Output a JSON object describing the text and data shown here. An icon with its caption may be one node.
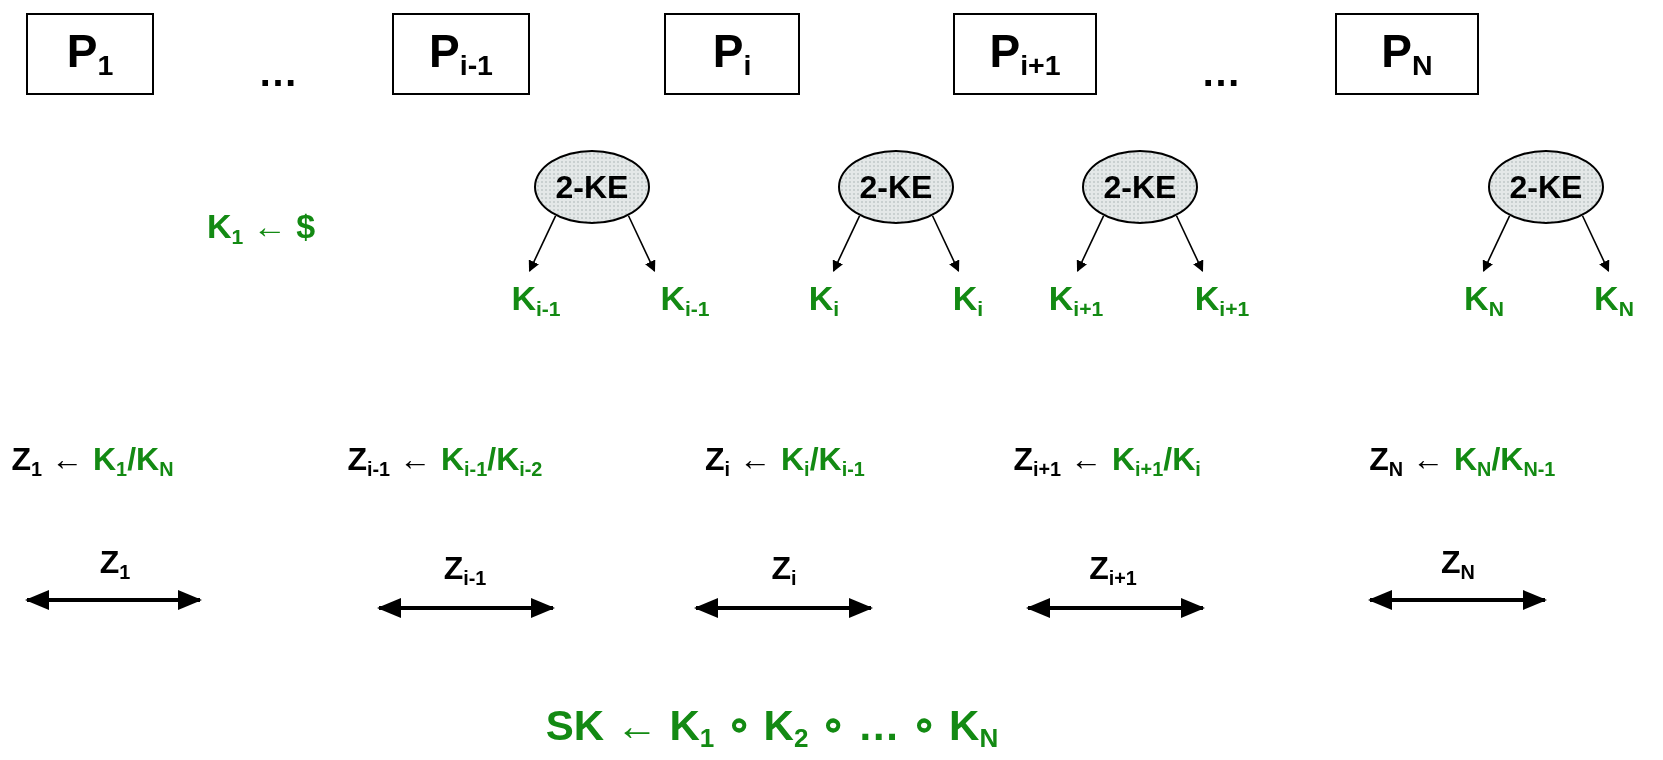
{
  "diagram": {
    "nodes": [
      {
        "text": [
          "P$_{1}$"
        ]
      },
      {
        "text": [
          "P$_{i-1}$"
        ]
      },
      {
        "text": [
          "P$_{i}$"
        ]
      },
      {
        "text": [
          "P$_{i+1}$"
        ]
      },
      {
        "text": [
          "P$_{N}$"
        ]
      },
      {
        "text": [
          "2-KE"
        ]
      },
      {
        "text": [
          "2-KE"
        ]
      },
      {
        "text": [
          "2-KE"
        ]
      },
      {
        "text": [
          "2-KE"
        ]
      },
      {
        "text": [
          "K$_{i-1}$"
        ]
      },
      {
        "text": [
          "K$_{i-1}$"
        ]
      },
      {
        "text": [
          "K$_{i}$"
        ]
      },
      {
        "text": [
          "K$_{i}$"
        ]
      },
      {
        "text": [
          "K$_{i+1}$"
        ]
      },
      {
        "text": [
          "K$_{i+1}$"
        ]
      },
      {
        "text": [
          "K$_{N}$"
        ]
      },
      {
        "text": [
          "K$_{N}$"
        ]
      }
    ],
    "edges": [
      {
        "from": 5,
        "to": 9,
        "arrow": "to"
      },
      {
        "from": 5,
        "to": 10,
        "arrow": "to"
      },
      {
        "from": 6,
        "to": 11,
        "arrow": "to"
      },
      {
        "from": 6,
        "to": 12,
        "arrow": "to"
      },
      {
        "from": 7,
        "to": 13,
        "arrow": "to"
      },
      {
        "from": 7,
        "to": 14,
        "arrow": "to"
      },
      {
        "from": 8,
        "to": 15,
        "arrow": "to"
      },
      {
        "from": 8,
        "to": 16,
        "arrow": "to"
      }
    ],
    "labels": [
      "…",
      "…",
      "K$_{1}$ ← $",
      "Z$_{1}$ ←",
      "K$_{1}$/K$_{N}$",
      "Z$_{i-1}$ ←",
      "K$_{i-1}$/K$_{i-2}$",
      "Z$_{i}$ ←",
      "K$_{i}$/K$_{i-1}$",
      "Z$_{i+1}$ ←",
      "K$_{i+1}$/K$_{i}$",
      "Z$_{N}$ ←",
      "K$_{N}$/K$_{N-1}$",
      "Z$_{1}$",
      "Z$_{i-1}$",
      "Z$_{i}$",
      "Z$_{i+1}$",
      "Z$_{N}$",
      "SK ← K$_{1}$ ∘ K$_{2}$ ∘ … ∘ K$_{N}$"
    ]
  }
}
